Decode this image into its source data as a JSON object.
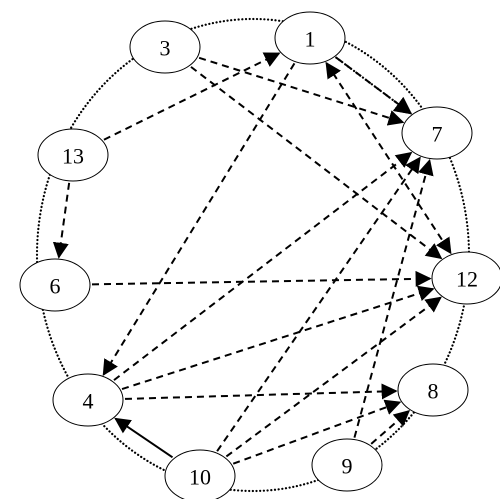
{
  "diagram": {
    "nodes": [
      {
        "id": "1",
        "label": "1"
      },
      {
        "id": "3",
        "label": "3"
      },
      {
        "id": "7",
        "label": "7"
      },
      {
        "id": "13",
        "label": "13"
      },
      {
        "id": "6",
        "label": "6"
      },
      {
        "id": "12",
        "label": "12"
      },
      {
        "id": "8",
        "label": "8"
      },
      {
        "id": "4",
        "label": "4"
      },
      {
        "id": "9",
        "label": "9"
      },
      {
        "id": "10",
        "label": "10"
      }
    ],
    "edges": [
      {
        "from": "3",
        "to": "7",
        "style": "dashed"
      },
      {
        "from": "3",
        "to": "12",
        "style": "dashed"
      },
      {
        "from": "13",
        "to": "1",
        "style": "dashed"
      },
      {
        "from": "13",
        "to": "6",
        "style": "dashed"
      },
      {
        "from": "6",
        "to": "12",
        "style": "dashed"
      },
      {
        "from": "1",
        "to": "7",
        "style": "dashed"
      },
      {
        "from": "1",
        "to": "12",
        "style": "dashed",
        "bidirectional": true
      },
      {
        "from": "1",
        "to": "4",
        "style": "dashed"
      },
      {
        "from": "4",
        "to": "7",
        "style": "dashed"
      },
      {
        "from": "4",
        "to": "12",
        "style": "dashed"
      },
      {
        "from": "4",
        "to": "8",
        "style": "dashed"
      },
      {
        "from": "10",
        "to": "4",
        "style": "solid"
      },
      {
        "from": "10",
        "to": "7",
        "style": "dashed"
      },
      {
        "from": "10",
        "to": "12",
        "style": "dashed"
      },
      {
        "from": "10",
        "to": "8",
        "style": "dashed"
      },
      {
        "from": "9",
        "to": "7",
        "style": "dashed"
      },
      {
        "from": "9",
        "to": "8",
        "style": "dashed"
      },
      {
        "from": "1",
        "to": "7",
        "style": "dotted"
      }
    ],
    "ring_order": [
      "1",
      "7",
      "12",
      "8",
      "9",
      "10",
      "4",
      "6",
      "13",
      "3"
    ]
  }
}
